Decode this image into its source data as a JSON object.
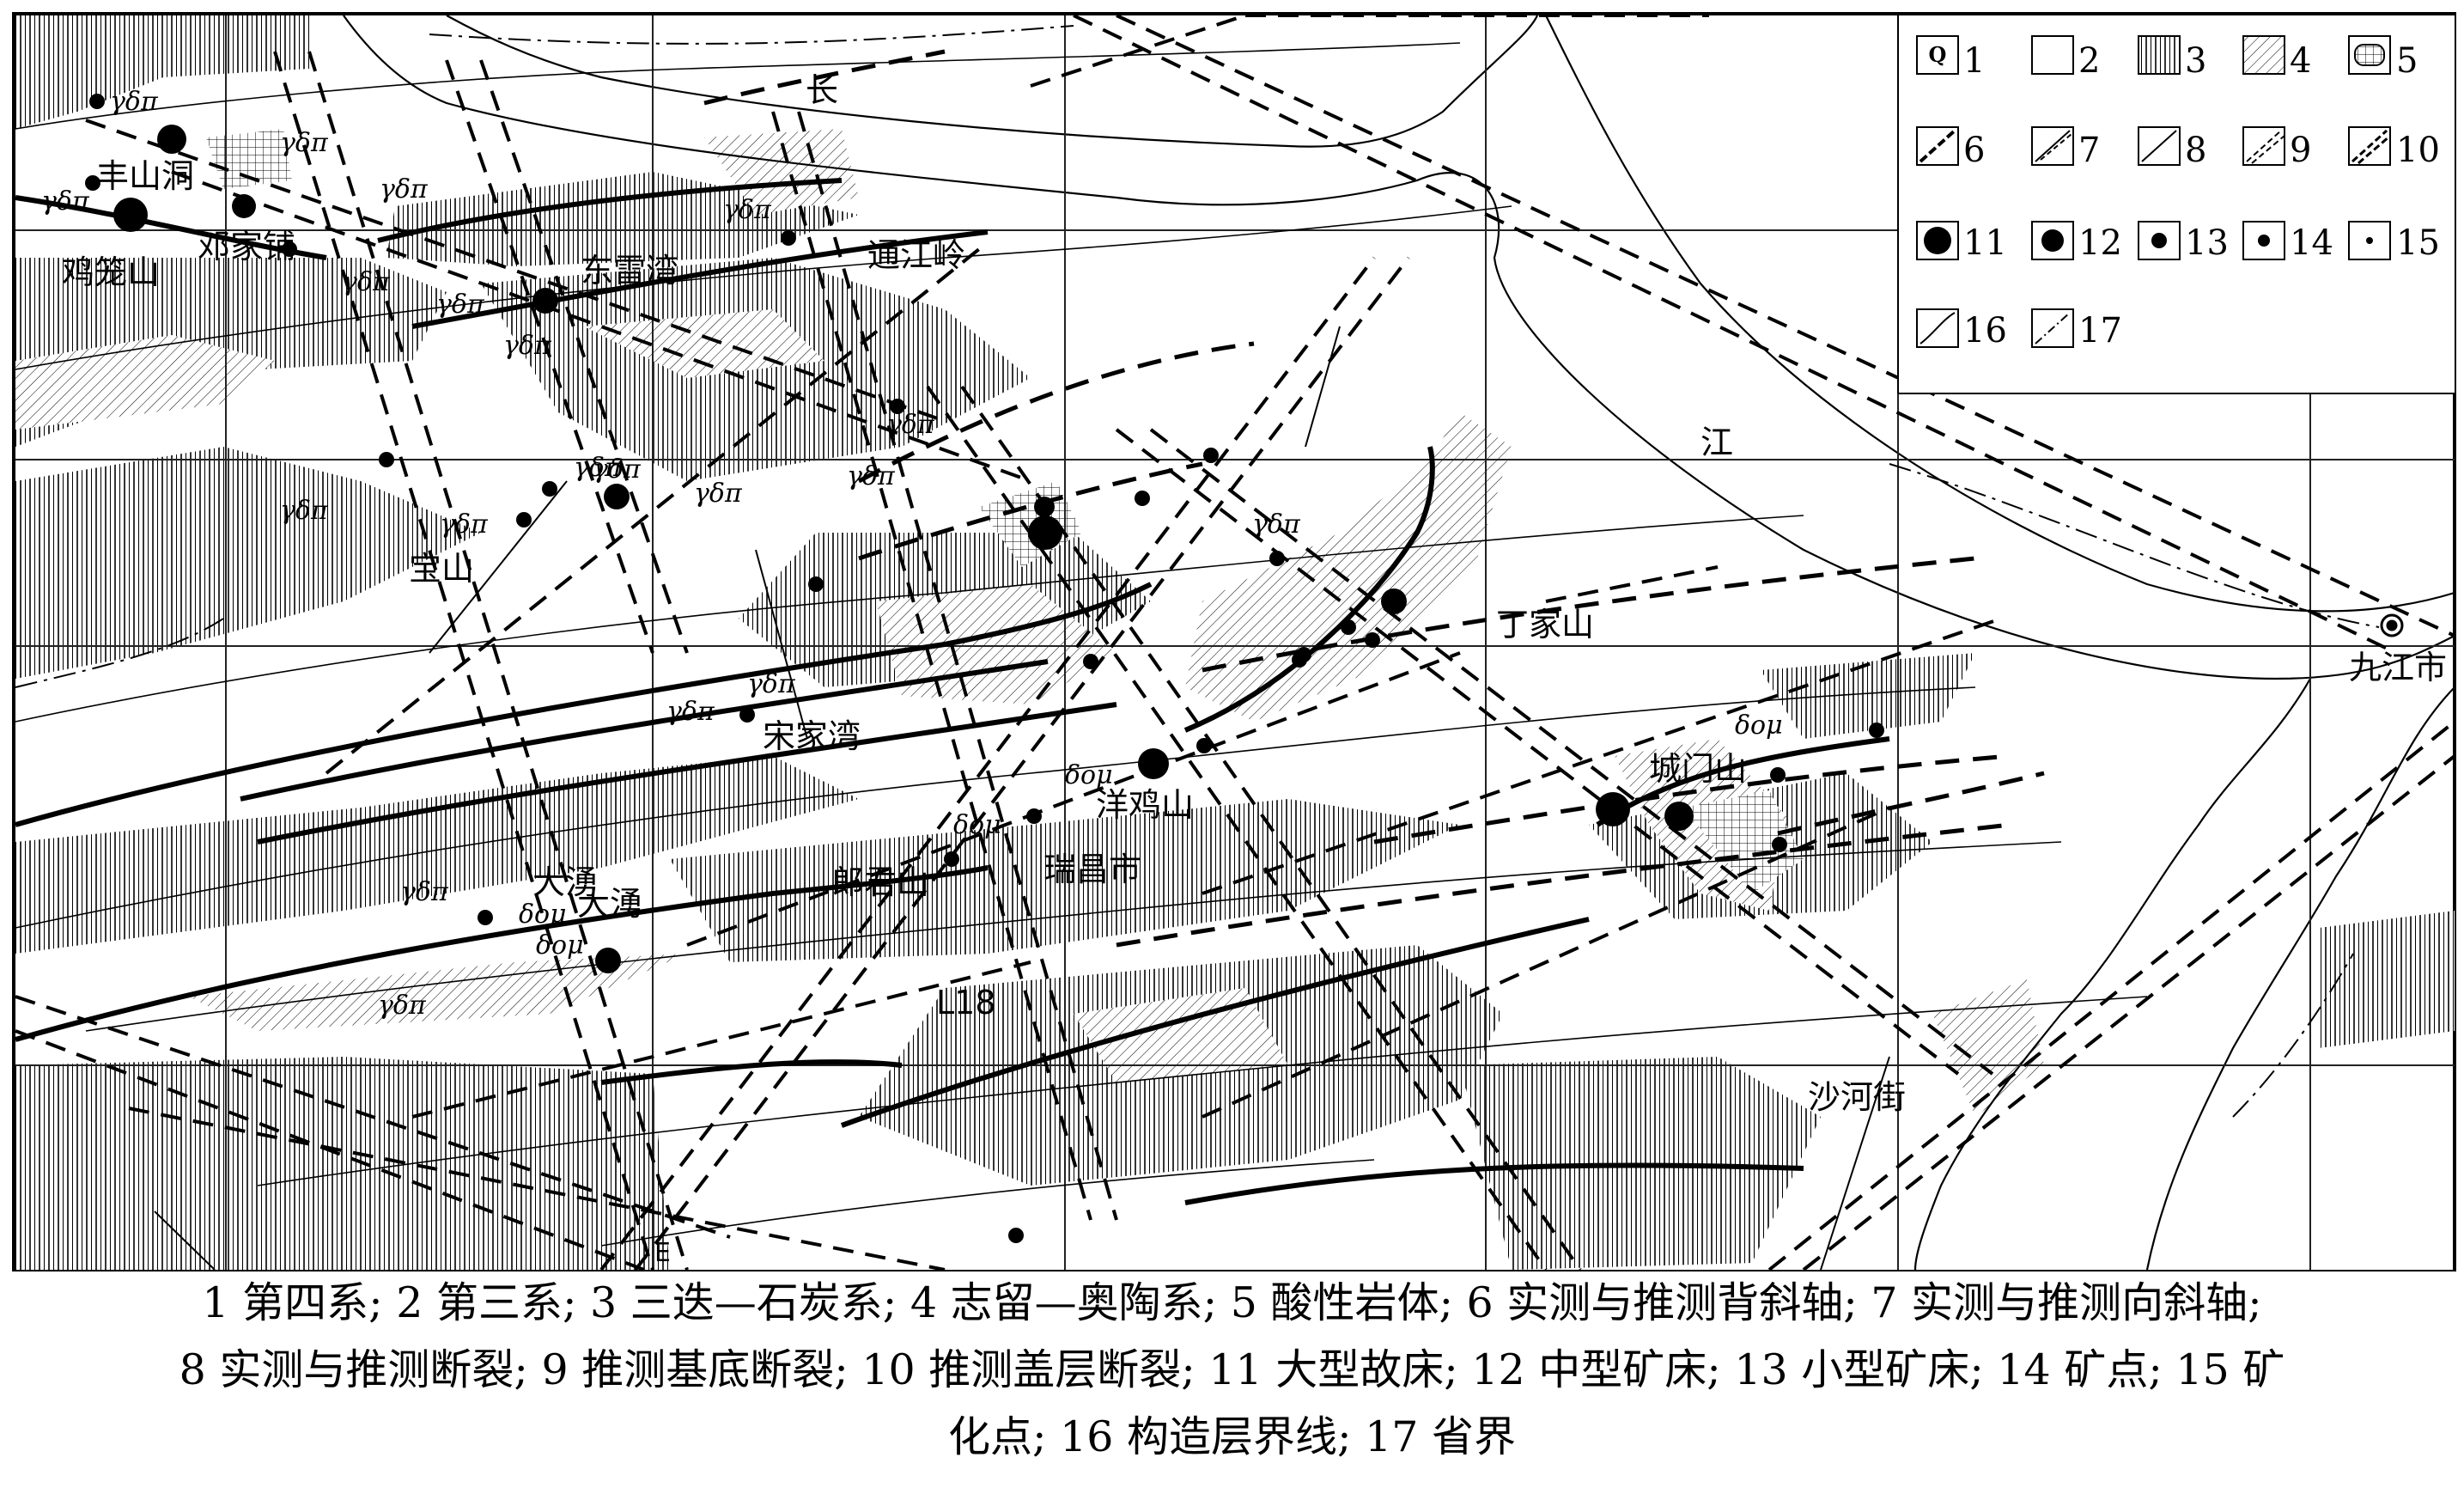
{
  "map": {
    "places": {
      "jilongshan": "鸡笼山",
      "fengshandong": "丰山洞",
      "dengjiapu": "邓家铺",
      "dongleiwan": "东雷湾",
      "tongjiangling": "通江岭",
      "baoshan": "宝山",
      "songjiawan": "宋家湾",
      "dingjiashan": "丁家山",
      "jiujiangshi": "九江市",
      "chengmenshan": "城门山",
      "yangjishan": "洋鸡山",
      "ruichangshi": "瑞昌市",
      "langjunshan": "郎君山",
      "dayong": "大湧",
      "dayong2": "大湧",
      "shahejie": "沙河街",
      "l18": "L18",
      "e_mark": "E",
      "river_chang": "长",
      "river_jiang": "江"
    },
    "rock_labels": {
      "granodiorite_porphyry": "γδπ",
      "diorite_porphyrite": "δομ"
    },
    "legend": {
      "items": [
        {
          "n": "1",
          "sym": "Q"
        },
        {
          "n": "2"
        },
        {
          "n": "3"
        },
        {
          "n": "4"
        },
        {
          "n": "5"
        },
        {
          "n": "6"
        },
        {
          "n": "7"
        },
        {
          "n": "8"
        },
        {
          "n": "9"
        },
        {
          "n": "10"
        },
        {
          "n": "11"
        },
        {
          "n": "12"
        },
        {
          "n": "13"
        },
        {
          "n": "14"
        },
        {
          "n": "15"
        },
        {
          "n": "16"
        },
        {
          "n": "17"
        }
      ]
    }
  },
  "caption": {
    "line1": "1 第四系; 2 第三系; 3 三迭—石炭系; 4 志留—奥陶系; 5 酸性岩体; 6 实测与推测背斜轴; 7 实测与推测向斜轴;",
    "line2": "8 实测与推测断裂; 9 推测基底断裂; 10 推测盖层断裂; 11 大型故床; 12 中型矿床; 13 小型矿床; 14 矿点; 15 矿",
    "line3": "化点; 16 构造层界线; 17 省界"
  },
  "colors": {
    "ink": "#000000",
    "paper": "#ffffff",
    "grid": "#222222"
  }
}
